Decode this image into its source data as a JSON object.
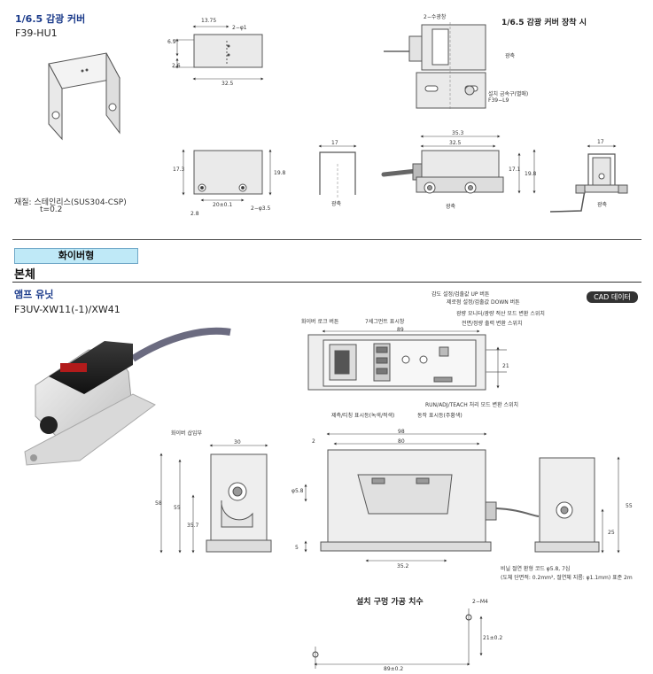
{
  "cover": {
    "title": "1/6.5 감광 커버",
    "model": "F39-HU1",
    "mount_title": "1/6.5 감광 커버 장착 시",
    "material_label": "재질: 스테인리스(SUS304-CSP)",
    "thickness": "t=0.2",
    "dims": {
      "d1375": "13.75",
      "hole1": "2−φ1",
      "d69": "6.9",
      "d26": "2.6",
      "d325": "32.5",
      "d173": "17.3",
      "d198": "19.8",
      "d20": "20±0.1",
      "hole35": "2−φ3.5",
      "d28": "2.8",
      "d17a": "17",
      "d17b": "17",
      "d353": "35.3",
      "d325b": "32.5",
      "d171": "17.1",
      "d198b": "19.8",
      "d17c": "17"
    },
    "notes": {
      "slot2": "2−수광창",
      "light_a": "광축",
      "bracket": "설치 금속구(별매)",
      "bracket_model": "F39−L9",
      "light_b": "광축",
      "light_c": "광축",
      "light_d": "광축"
    }
  },
  "section": {
    "band": "화이버형",
    "heading": "본체"
  },
  "amp": {
    "title": "앰프 유닛",
    "model": "F3UV-XW11(-1)/XW41",
    "cad_button": "CAD 데이터",
    "callouts": {
      "c1": "감도 설정/검출값 UP 버튼",
      "c2": "제로점 설정/검출값 DOWN 버튼",
      "c3": "광량 모니터/광량 적산 모드 변환 스위치",
      "c4": "전면/정량 출력 변환 스위치",
      "c5": "화이버 로크 버튼",
      "c6": "7세그먼트 표시창",
      "c7": "RUN/ADJ/TEACH 처리 모드 변환 스위치",
      "c8": "제측/티칭 표시등(녹색/적색)",
      "c9": "동작 표시등(주황색)",
      "c10": "화이버 삽입부",
      "cable1": "비닐 절연 환형 코드 φ5.8, 7심",
      "cable2": "(도체 단면적: 0.2mm², 절연체 지름: φ1.1mm) 표준 2m"
    },
    "dims": {
      "d89": "89",
      "d21": "21",
      "d98": "98",
      "d80": "80",
      "d2": "2",
      "d30": "30",
      "d58": "58",
      "d55": "55",
      "d357": "35.7",
      "d58b": "φ5.8",
      "d5": "5",
      "d352": "35.2",
      "d55b": "55",
      "d25": "25"
    },
    "mount": {
      "title": "설치 구멍 가공 치수",
      "holes": "2−M4",
      "d21": "21±0.2",
      "d89": "89±0.2"
    }
  }
}
